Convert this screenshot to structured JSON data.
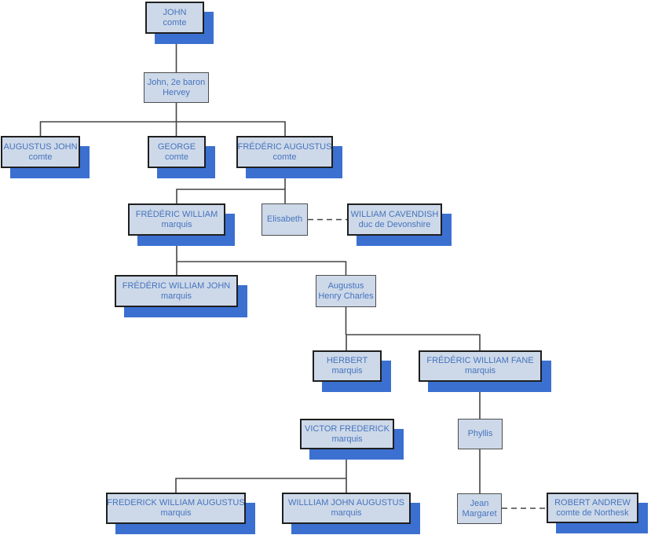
{
  "diagram": {
    "type": "family-tree-org-chart",
    "colors": {
      "box_fill": "#cdd9e9",
      "box_border": "#1f1f1f",
      "plain_border": "#4d4d4d",
      "text_color": "#4673bd",
      "shadow_color": "#3b70d1",
      "line_color": "#454545"
    },
    "nodes": [
      {
        "id": "john",
        "line1": "JOHN",
        "line2": "comte"
      },
      {
        "id": "john-2e-baron-hervey",
        "line1": "John, 2e baron",
        "line2": "Hervey"
      },
      {
        "id": "augustus-john",
        "line1": "AUGUSTUS JOHN",
        "line2": "comte"
      },
      {
        "id": "george",
        "line1": "GEORGE",
        "line2": "comte"
      },
      {
        "id": "frederic-augustus",
        "line1": "FRÉDÉRIC AUGUSTUS",
        "line2": "comte"
      },
      {
        "id": "frederic-william",
        "line1": "FRÉDÉRIC WILLIAM",
        "line2": "marquis"
      },
      {
        "id": "elisabeth",
        "line1": "Elisabeth",
        "line2": ""
      },
      {
        "id": "william-cavendish",
        "line1": "WILLIAM CAVENDISH",
        "line2": "duc de Devonshire"
      },
      {
        "id": "frederic-william-john",
        "line1": "FRÉDÉRIC WILLIAM JOHN",
        "line2": "marquis"
      },
      {
        "id": "augustus-henry-charles",
        "line1": "Augustus",
        "line2": "Henry Charles"
      },
      {
        "id": "herbert",
        "line1": "HERBERT",
        "line2": "marquis"
      },
      {
        "id": "frederic-william-fane",
        "line1": "FRÉDÉRIC WILLIAM FANE",
        "line2": "marquis"
      },
      {
        "id": "victor-frederick",
        "line1": "VICTOR FREDERICK",
        "line2": "marquis"
      },
      {
        "id": "phyllis",
        "line1": "Phyllis",
        "line2": ""
      },
      {
        "id": "frederick-william-augustus",
        "line1": "FREDERICK WILLIAM AUGUSTUS",
        "line2": "marquis"
      },
      {
        "id": "willliam-john-augustus",
        "line1": "WILLLIAM JOHN AUGUSTUS",
        "line2": "marquis"
      },
      {
        "id": "jean-margaret",
        "line1": "Jean",
        "line2": "Margaret"
      },
      {
        "id": "robert-andrew",
        "line1": "ROBERT ANDREW",
        "line2": "comte de Northesk"
      }
    ],
    "edges": [
      {
        "from": "john",
        "to": "john-2e-baron-hervey",
        "style": "solid"
      },
      {
        "from": "john-2e-baron-hervey",
        "to": "augustus-john",
        "style": "solid"
      },
      {
        "from": "john-2e-baron-hervey",
        "to": "george",
        "style": "solid"
      },
      {
        "from": "john-2e-baron-hervey",
        "to": "frederic-augustus",
        "style": "solid"
      },
      {
        "from": "frederic-augustus",
        "to": "frederic-william",
        "style": "solid"
      },
      {
        "from": "frederic-augustus",
        "to": "elisabeth",
        "style": "solid"
      },
      {
        "from": "elisabeth",
        "to": "william-cavendish",
        "style": "dashed"
      },
      {
        "from": "frederic-william",
        "to": "frederic-william-john",
        "style": "solid"
      },
      {
        "from": "frederic-william",
        "to": "augustus-henry-charles",
        "style": "solid"
      },
      {
        "from": "augustus-henry-charles",
        "to": "herbert",
        "style": "solid"
      },
      {
        "from": "augustus-henry-charles",
        "to": "frederic-william-fane",
        "style": "solid"
      },
      {
        "from": "frederic-william-fane",
        "to": "phyllis",
        "style": "solid"
      },
      {
        "from": "phyllis",
        "to": "jean-margaret",
        "style": "solid"
      },
      {
        "from": "victor-frederick",
        "to": "frederick-william-augustus",
        "style": "solid"
      },
      {
        "from": "victor-frederick",
        "to": "willliam-john-augustus",
        "style": "solid"
      },
      {
        "from": "jean-margaret",
        "to": "robert-andrew",
        "style": "dashed"
      }
    ]
  }
}
